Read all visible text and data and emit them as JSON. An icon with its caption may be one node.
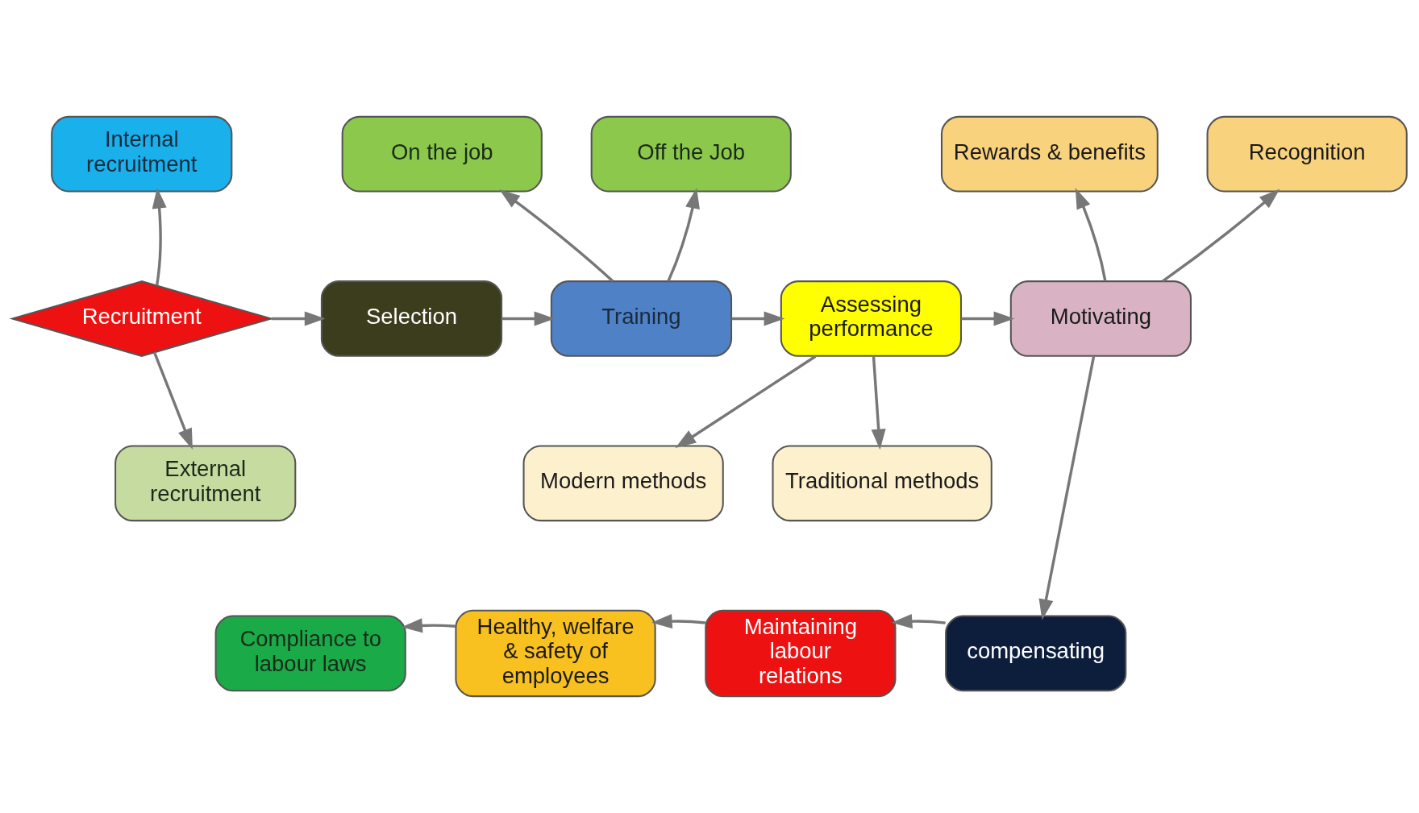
{
  "diagram": {
    "nodes": [
      {
        "text": [
          "Internal recruitment"
        ]
      },
      {
        "text": [
          "Recruitment"
        ]
      },
      {
        "text": [
          "External recruitment"
        ]
      },
      {
        "text": [
          "Selection"
        ]
      },
      {
        "text": [
          "Training"
        ]
      },
      {
        "text": [
          "On the job"
        ]
      },
      {
        "text": [
          "Off the Job"
        ]
      },
      {
        "text": [
          "Assessing performance"
        ]
      },
      {
        "text": [
          "Traditional methods"
        ]
      },
      {
        "text": [
          "Modern methods"
        ]
      },
      {
        "text": [
          "Motivating"
        ]
      },
      {
        "text": [
          "Rewards & benefits"
        ]
      },
      {
        "text": [
          "Recognition"
        ]
      },
      {
        "text": [
          "compensating"
        ]
      },
      {
        "text": [
          "Maintaining labour relations"
        ]
      },
      {
        "text": [
          "Healthy, welfare & safety of employees"
        ]
      },
      {
        "text": [
          "Compliance to labour laws"
        ]
      }
    ],
    "edges": [
      {
        "from": 1,
        "to": 0,
        "arrow": "to"
      },
      {
        "from": 1,
        "to": 2,
        "arrow": "to"
      },
      {
        "from": 1,
        "to": 3,
        "arrow": "to"
      },
      {
        "from": 3,
        "to": 4,
        "arrow": "to"
      },
      {
        "from": 4,
        "to": 5,
        "arrow": "to"
      },
      {
        "from": 4,
        "to": 6,
        "arrow": "to"
      },
      {
        "from": 4,
        "to": 7,
        "arrow": "to"
      },
      {
        "from": 7,
        "to": 8,
        "arrow": "to"
      },
      {
        "from": 7,
        "to": 9,
        "arrow": "to"
      },
      {
        "from": 7,
        "to": 10,
        "arrow": "to"
      },
      {
        "from": 10,
        "to": 11,
        "arrow": "to"
      },
      {
        "from": 10,
        "to": 12,
        "arrow": "to"
      },
      {
        "from": 10,
        "to": 13,
        "arrow": "to"
      },
      {
        "from": 13,
        "to": 14,
        "arrow": "to"
      },
      {
        "from": 14,
        "to": 15,
        "arrow": "to"
      },
      {
        "from": 15,
        "to": 16,
        "arrow": "to"
      }
    ]
  }
}
